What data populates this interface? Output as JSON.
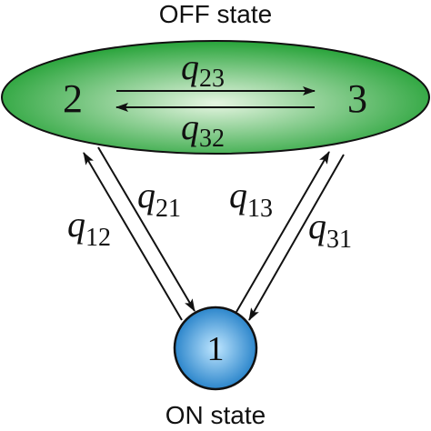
{
  "off_state": {
    "title": "OFF state",
    "node_a": "2",
    "node_b": "3",
    "fill_light": "#e6f5e2",
    "fill_dark": "#27a339"
  },
  "on_state": {
    "title": "ON state",
    "node": "1",
    "fill_light": "#bfe6ff",
    "fill_dark": "#1d7cc6"
  },
  "transitions": {
    "q23": {
      "sym": "q",
      "sub": "23"
    },
    "q32": {
      "sym": "q",
      "sub": "32"
    },
    "q21": {
      "sym": "q",
      "sub": "21"
    },
    "q12": {
      "sym": "q",
      "sub": "12"
    },
    "q13": {
      "sym": "q",
      "sub": "13"
    },
    "q31": {
      "sym": "q",
      "sub": "31"
    }
  },
  "colors": {
    "stroke": "#111111"
  }
}
